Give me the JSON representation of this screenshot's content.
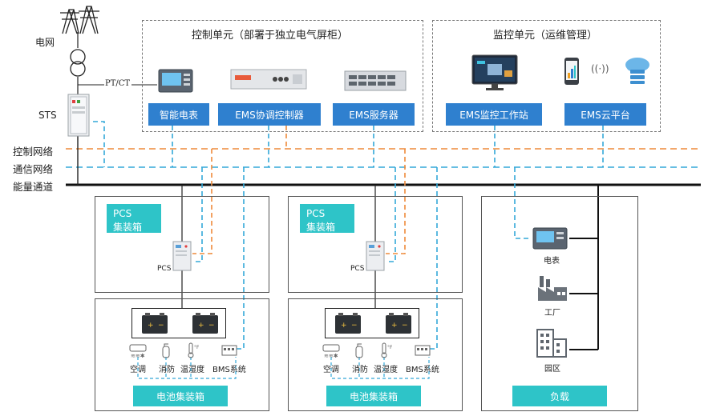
{
  "grid": {
    "label": "电网",
    "pt_ct": "PT/CT",
    "sts": "STS"
  },
  "control_unit": {
    "title": "控制单元（部署于独立电气屏柜）",
    "meter": "智能电表",
    "ems_controller": "EMS协调控制器",
    "ems_server": "EMS服务器"
  },
  "monitor_unit": {
    "title": "监控单元（运维管理）",
    "workstation": "EMS监控工作站",
    "cloud": "EMS云平台"
  },
  "networks": {
    "control": "控制网络",
    "comm": "通信网络",
    "energy": "能量通道"
  },
  "pcs_blocks": [
    {
      "tag_line1": "PCS",
      "tag_line2": "集装箱",
      "device": "PCS"
    },
    {
      "tag_line1": "PCS",
      "tag_line2": "集装箱",
      "device": "PCS"
    }
  ],
  "battery_blocks": [
    {
      "items": [
        "空调",
        "消防",
        "温湿度",
        "BMS系统"
      ],
      "footer": "电池集装箱"
    },
    {
      "items": [
        "空调",
        "消防",
        "温湿度",
        "BMS系统"
      ],
      "footer": "电池集装箱"
    }
  ],
  "load": {
    "meter": "电表",
    "factory": "工厂",
    "park": "园区",
    "footer": "负载"
  },
  "colors": {
    "control_line": "#ee8a3a",
    "comm_line": "#34a8d8",
    "label_blue": "#2f80cf",
    "label_teal": "#2ec4c8"
  }
}
